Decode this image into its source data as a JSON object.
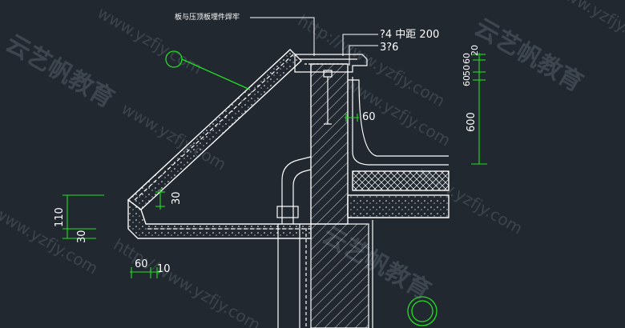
{
  "annotations": {
    "top_note": "板与压顶板埋件焊牢",
    "rebar_label": "?4 中距 200",
    "rebar_label2": "3?6"
  },
  "dimensions": {
    "right_20": "20",
    "right_60_a": "60",
    "right_50": "50",
    "right_60_b": "60",
    "right_600": "600",
    "wall_60": "60",
    "slab_30": "30",
    "left_110": "110",
    "left_30": "30",
    "bottom_60": "60",
    "bottom_10": "10"
  },
  "watermarks": {
    "url": "www.yzfjy.com",
    "url_http": "http://www.yzfjy.com",
    "brand_cn": "云艺帆教育"
  },
  "colors": {
    "background": "#212830",
    "linework": "#ffffff",
    "dimension": "#22e022",
    "watermark": "#7f8a93"
  }
}
